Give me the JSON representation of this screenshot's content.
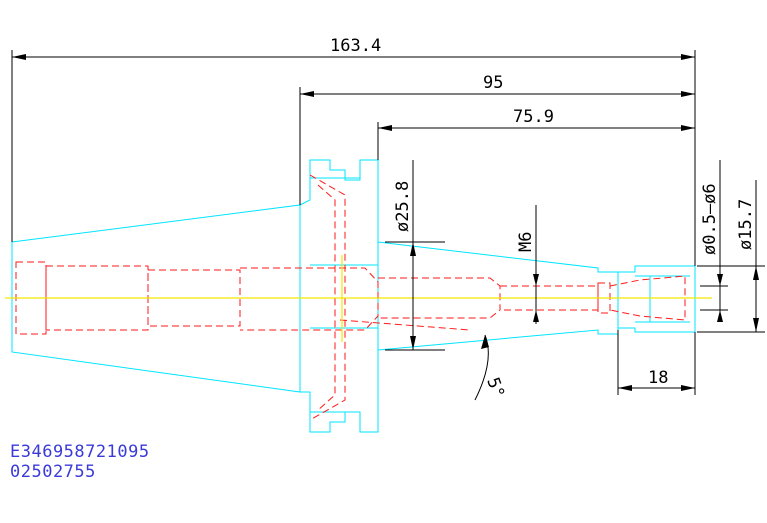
{
  "drawing": {
    "dimensions": {
      "overall_length": "163.4",
      "flange_to_tip": "95",
      "gauge_to_tip": "75.9",
      "taper_diameter": "ø25.8",
      "thread": "M6",
      "taper_angle": "5°",
      "clamp_range": "ø0.5–ø6",
      "nose_diameter": "ø15.7",
      "nose_length": "18"
    },
    "code_lines": [
      "E346958721095",
      "02502755"
    ],
    "colors": {
      "outline": "#00e5ff",
      "hidden": "#ff1a1a",
      "centerline": "#f2e600",
      "dimension": "#000000",
      "code_text": "#3a3ad8"
    }
  }
}
